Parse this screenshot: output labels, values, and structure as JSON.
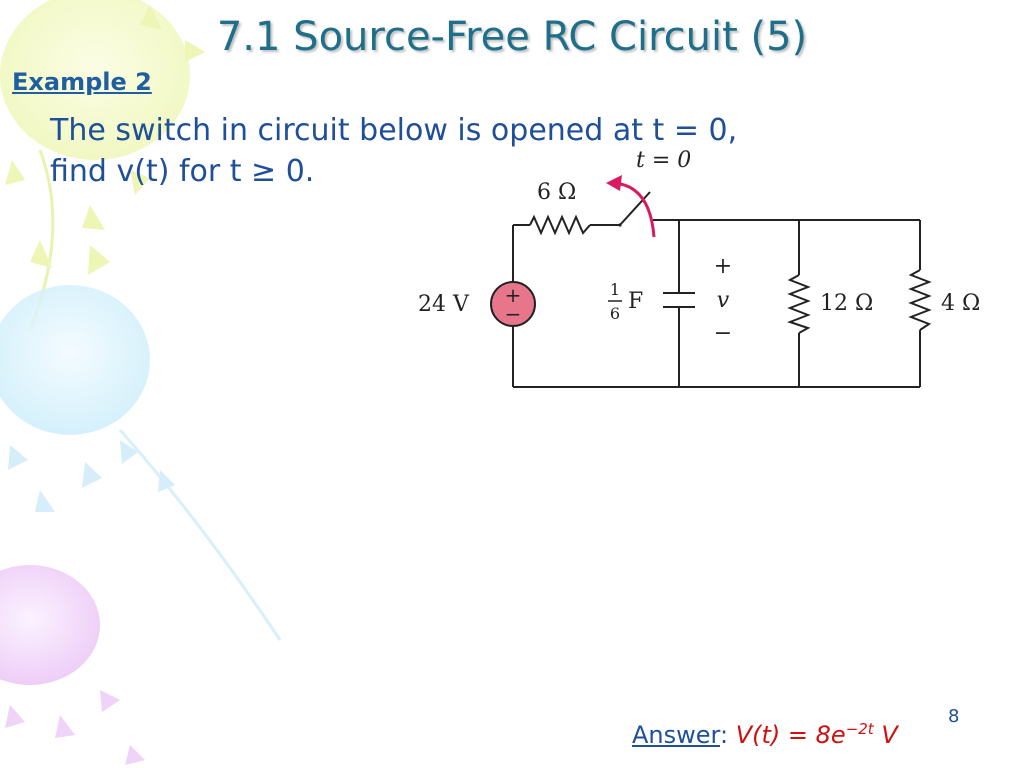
{
  "slide": {
    "title": "7.1 Source-Free RC Circuit (5)",
    "example_label": "Example 2",
    "problem_lines": [
      "The switch in circuit below is opened at t = 0,",
      "find v(t) for t ≥ 0."
    ],
    "page_number": "8"
  },
  "circuit": {
    "switch_label": "t = 0",
    "series_resistor": "6 Ω",
    "source": "24 V",
    "source_plus": "+",
    "source_minus": "−",
    "capacitor_num": "1",
    "capacitor_den": "6",
    "capacitor_unit": "F",
    "voltage_plus": "+",
    "voltage_var": "v",
    "voltage_minus": "−",
    "resistor_mid": "12 Ω",
    "resistor_right": "4 Ω"
  },
  "answer": {
    "label": "Answer",
    "colon": ":",
    "formula_base": "V(t) = 8e",
    "formula_exp": "−2t",
    "formula_unit": " V"
  },
  "colors": {
    "title": "#1f6f8a",
    "text": "#1f4f99",
    "answer_formula": "#d01010",
    "source_fill": "#e8768a",
    "switch_arrow": "#d81b60"
  }
}
